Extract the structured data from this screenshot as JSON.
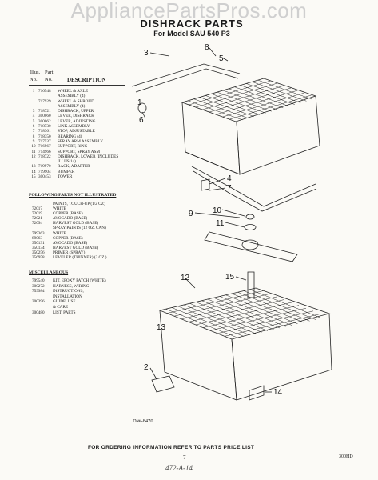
{
  "watermark": "AppliancePartsPros.com",
  "title": "DISHRACK PARTS",
  "subtitle": "For Model SAU 540 P3",
  "table_header": {
    "illus": "Illus.",
    "no": "No.",
    "part": "Part",
    "no2": "No.",
    "description": "DESCRIPTION"
  },
  "parts": [
    {
      "no": "1",
      "part": "716548",
      "desc": "WHEEL & AXLE\nASSEMBLY (4)"
    },
    {
      "no": "",
      "part": "717929",
      "desc": "WHEEL & SHROUD\nASSEMBLY (4)"
    },
    {
      "no": "3",
      "part": "718721",
      "desc": "DISHRACK, UPPER"
    },
    {
      "no": "4",
      "part": "300060",
      "desc": "LEVER, DISHRACK"
    },
    {
      "no": "5",
      "part": "300062",
      "desc": "LEVER, ADJUSTING"
    },
    {
      "no": "6",
      "part": "718730",
      "desc": "LINK ASSEMBLY"
    },
    {
      "no": "7",
      "part": "718361",
      "desc": "STOP, ADJUSTABLE"
    },
    {
      "no": "8",
      "part": "718350",
      "desc": "BEARING (4)"
    },
    {
      "no": "9",
      "part": "717537",
      "desc": "SPRAY ARM ASSEMBLY"
    },
    {
      "no": "10",
      "part": "716967",
      "desc": "SUPPORT, RING"
    },
    {
      "no": "11",
      "part": "714966",
      "desc": "SUPPORT, SPRAY ASM"
    },
    {
      "no": "12",
      "part": "718722",
      "desc": "DISHRACK, LOWER (INCLUDES\nILLUS 14)"
    },
    {
      "no": "13",
      "part": "719970",
      "desc": "RACK, ADAPTER"
    },
    {
      "no": "14",
      "part": "719904",
      "desc": "BUMPER"
    },
    {
      "no": "15",
      "part": "300453",
      "desc": "TOWER"
    }
  ],
  "not_illustrated_heading": "FOLLOWING PARTS NOT ILLUSTRATED",
  "paints": [
    {
      "part": "",
      "desc": "PAINTS, TOUCH-UP (1/2 OZ)"
    },
    {
      "part": "72017",
      "desc": "WHITE"
    },
    {
      "part": "72019",
      "desc": "COPPER (BASE)"
    },
    {
      "part": "72021",
      "desc": "AVOCADO (BASE)"
    },
    {
      "part": "72094",
      "desc": "HARVEST GOLD (BASE)"
    },
    {
      "part": "",
      "desc": "SPRAY PAINTS (12 OZ. CAN)"
    },
    {
      "part": "799363",
      "desc": "WHITE"
    },
    {
      "part": "89063",
      "desc": "COPPER (BASE)"
    },
    {
      "part": "350131",
      "desc": "AVOCADO (BASE)"
    },
    {
      "part": "350134",
      "desc": "HARVEST GOLD (BASE)"
    },
    {
      "part": "350256",
      "desc": "PRIMER (SPRAY)"
    },
    {
      "part": "356958",
      "desc": "LEVELER (THINNER) (2 OZ.)"
    }
  ],
  "misc_heading": "MISCELLANEOUS",
  "misc": [
    {
      "part": "799540",
      "desc": "KIT, EPOXY PATCH (WHITE)"
    },
    {
      "part": "300272",
      "desc": "HARNESS, WIRING"
    },
    {
      "part": "759984",
      "desc": "INSTRUCTIONS,\nINSTALLATION"
    },
    {
      "part": "300396",
      "desc": "GUIDE, USE\n& CARE"
    },
    {
      "part": "300480",
      "desc": "LIST, PARTS"
    }
  ],
  "callouts": [
    "1",
    "2",
    "3",
    "4",
    "5",
    "6",
    "7",
    "8",
    "9",
    "10",
    "11",
    "12",
    "13",
    "14",
    "15"
  ],
  "drawing_code": "DW-8470",
  "footer": "FOR ORDERING INFORMATION REFER TO PARTS PRICE LIST",
  "page_number": "7",
  "doc_code": "300HD",
  "handwritten": "472-A-14"
}
